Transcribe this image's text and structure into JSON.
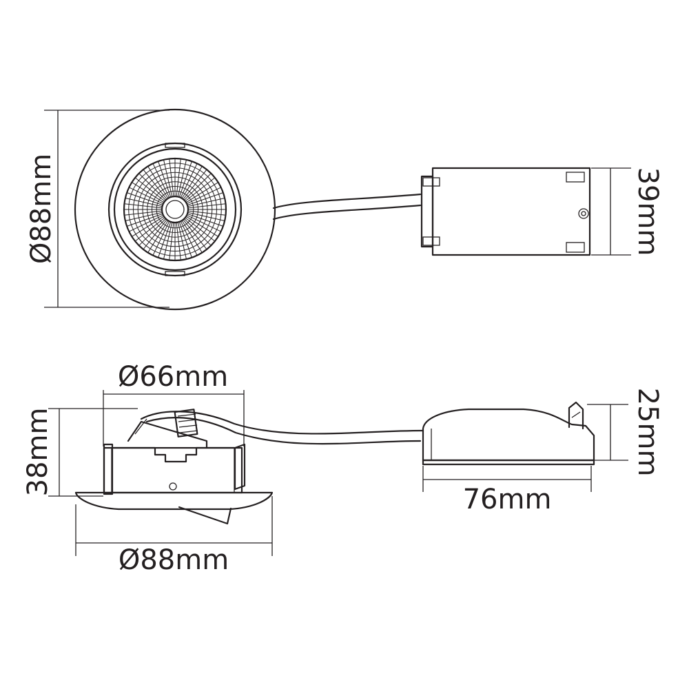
{
  "dimensions": {
    "top_diameter": "Ø88mm",
    "driver_width": "39mm",
    "inner_diameter": "Ø66mm",
    "height": "38mm",
    "driver_height": "25mm",
    "driver_length": "76mm",
    "bottom_diameter": "Ø88mm"
  },
  "colors": {
    "line": "#231f20",
    "background": "#ffffff"
  }
}
